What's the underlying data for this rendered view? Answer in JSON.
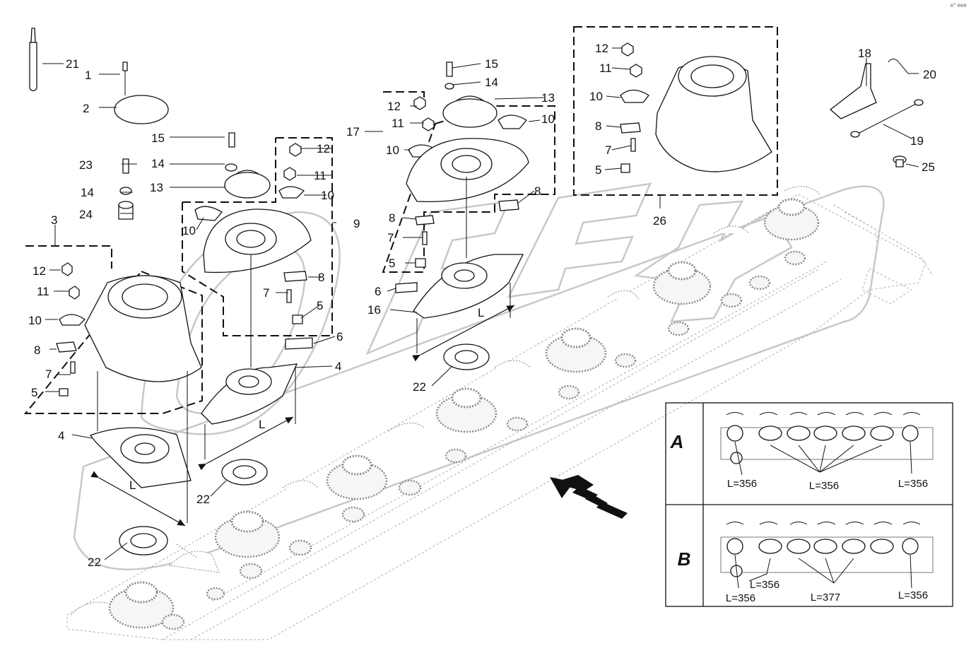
{
  "corner_mark": "e° eee",
  "callouts": [
    {
      "id": "c21",
      "text": "21"
    },
    {
      "id": "c1",
      "text": "1"
    },
    {
      "id": "c2",
      "text": "2"
    },
    {
      "id": "c15a",
      "text": "15"
    },
    {
      "id": "c14a",
      "text": "14"
    },
    {
      "id": "c13a",
      "text": "13"
    },
    {
      "id": "c23",
      "text": "23"
    },
    {
      "id": "c14b",
      "text": "14"
    },
    {
      "id": "c24",
      "text": "24"
    },
    {
      "id": "c3",
      "text": "3"
    },
    {
      "id": "c12a",
      "text": "12"
    },
    {
      "id": "c11a",
      "text": "11"
    },
    {
      "id": "c10a",
      "text": "10"
    },
    {
      "id": "c8a",
      "text": "8"
    },
    {
      "id": "c7a",
      "text": "7"
    },
    {
      "id": "c5a",
      "text": "5"
    },
    {
      "id": "c4a",
      "text": "4"
    },
    {
      "id": "c22a",
      "text": "22"
    },
    {
      "id": "c12b",
      "text": "12"
    },
    {
      "id": "c11b",
      "text": "11"
    },
    {
      "id": "c10b",
      "text": "10"
    },
    {
      "id": "c10c",
      "text": "10"
    },
    {
      "id": "c9",
      "text": "9"
    },
    {
      "id": "c8b",
      "text": "8"
    },
    {
      "id": "c7b",
      "text": "7"
    },
    {
      "id": "c5b",
      "text": "5"
    },
    {
      "id": "c6a",
      "text": "6"
    },
    {
      "id": "c4b",
      "text": "4"
    },
    {
      "id": "c22b",
      "text": "22"
    },
    {
      "id": "c15b",
      "text": "15"
    },
    {
      "id": "c14c",
      "text": "14"
    },
    {
      "id": "c13b",
      "text": "13"
    },
    {
      "id": "c17",
      "text": "17"
    },
    {
      "id": "c12c",
      "text": "12"
    },
    {
      "id": "c11c",
      "text": "11"
    },
    {
      "id": "c10d",
      "text": "10"
    },
    {
      "id": "c10e",
      "text": "10"
    },
    {
      "id": "c8c",
      "text": "8"
    },
    {
      "id": "c8d",
      "text": "8"
    },
    {
      "id": "c7c",
      "text": "7"
    },
    {
      "id": "c5c",
      "text": "5"
    },
    {
      "id": "c6b",
      "text": "6"
    },
    {
      "id": "c16",
      "text": "16"
    },
    {
      "id": "c22c",
      "text": "22"
    },
    {
      "id": "c12d",
      "text": "12"
    },
    {
      "id": "c11d",
      "text": "11"
    },
    {
      "id": "c10f",
      "text": "10"
    },
    {
      "id": "c8e",
      "text": "8"
    },
    {
      "id": "c7d",
      "text": "7"
    },
    {
      "id": "c5d",
      "text": "5"
    },
    {
      "id": "c26",
      "text": "26"
    },
    {
      "id": "c18",
      "text": "18"
    },
    {
      "id": "c20",
      "text": "20"
    },
    {
      "id": "c19",
      "text": "19"
    },
    {
      "id": "c25",
      "text": "25"
    }
  ],
  "dimensions": [
    {
      "id": "L1",
      "text": "L"
    },
    {
      "id": "L2",
      "text": "L"
    },
    {
      "id": "L3",
      "text": "L"
    }
  ],
  "inset": {
    "variants": [
      {
        "letter": "A",
        "lengths": [
          "L=356",
          "L=356",
          "L=356"
        ]
      },
      {
        "letter": "B",
        "lengths": [
          "L=356",
          "L=356",
          "L=377",
          "L=356"
        ]
      }
    ]
  }
}
